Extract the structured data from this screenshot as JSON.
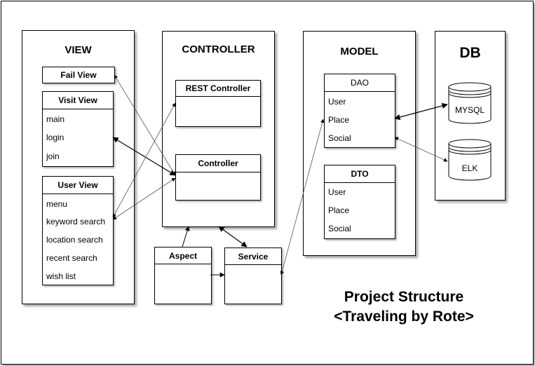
{
  "panels": {
    "view": "VIEW",
    "controller": "CONTROLLER",
    "model": "MODEL",
    "db": "DB"
  },
  "view": {
    "fail_view": "Fail View",
    "visit_view": {
      "title": "Visit View",
      "items": [
        "main",
        "login",
        "join"
      ]
    },
    "user_view": {
      "title": "User View",
      "items": [
        "menu",
        "keyword search",
        "location search",
        "recent search",
        "wish list"
      ]
    }
  },
  "controller": {
    "rest": "REST Controller",
    "controller": "Controller",
    "aspect": "Aspect",
    "service": "Service"
  },
  "model": {
    "dao": {
      "title": "DAO",
      "items": [
        "User",
        "Place",
        "Social"
      ]
    },
    "dto": {
      "title": "DTO",
      "items": [
        "User",
        "Place",
        "Social"
      ]
    }
  },
  "db": {
    "mysql": "MYSQL",
    "elk": "ELK"
  },
  "project": {
    "title_line1": "Project Structure",
    "title_line2": "<Traveling by Rote>"
  }
}
